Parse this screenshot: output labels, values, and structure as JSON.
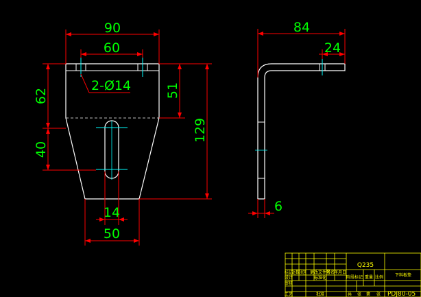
{
  "front_view": {
    "dim_width_top": "90",
    "dim_hole_spacing": "60",
    "dim_holes": "2-Ø14",
    "dim_height_upper": "62",
    "dim_height_lower": "40",
    "dim_inner_height": "51",
    "dim_total_height": "129",
    "dim_slot_width": "14",
    "dim_bottom_width": "50"
  },
  "side_view": {
    "dim_total_length": "84",
    "dim_flange": "24",
    "dim_thickness": "6"
  },
  "title_block": {
    "material": "Q235",
    "part_name": "下料板垫",
    "drawing_no": "PDJ80-05",
    "cells": [
      "标记",
      "处数",
      "分区",
      "更改文件号",
      "签名",
      "年月日",
      "设计",
      "标准化",
      "阶段标记",
      "重量",
      "比例",
      "审核",
      "工艺",
      "批准",
      "共",
      "张",
      "第",
      "张"
    ]
  },
  "colors": {
    "outline": "#ffffff",
    "dimension": "#ff0000",
    "text": "#00ff00",
    "center": "#00ffff",
    "title_block": "#ffff00"
  }
}
